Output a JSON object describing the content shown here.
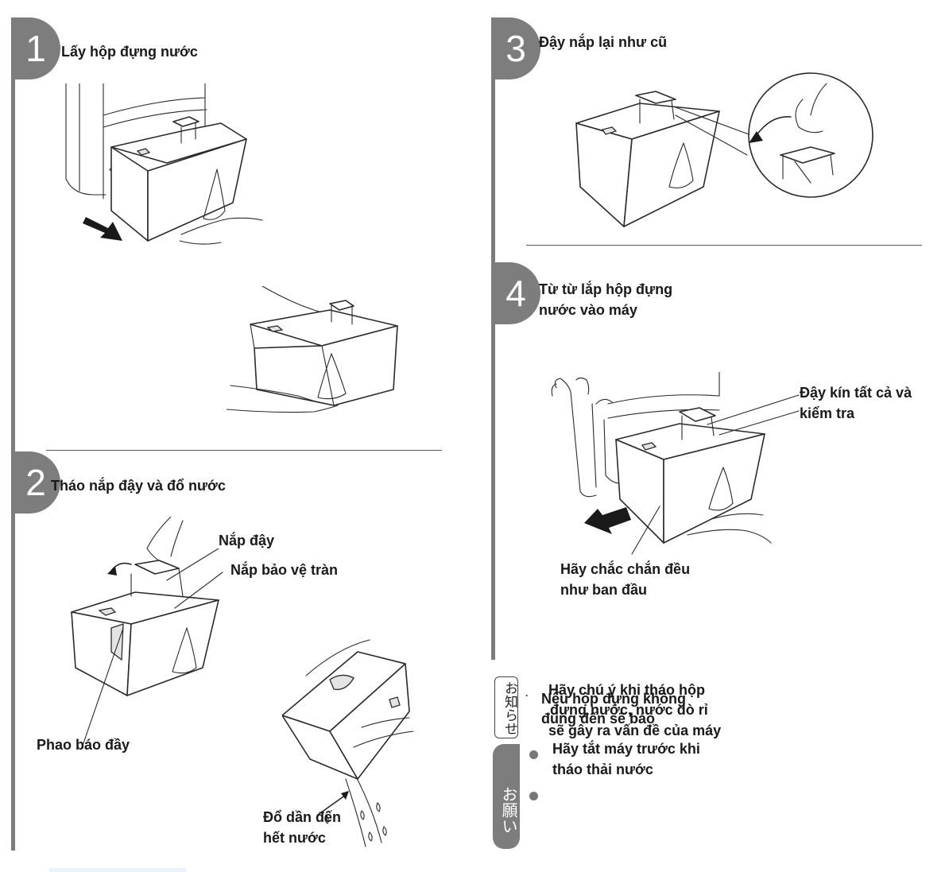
{
  "steps": {
    "s1": {
      "number": "1",
      "title": "Lấy hộp đựng nước"
    },
    "s2": {
      "number": "2",
      "title": "Tháo nắp đậy và đổ nước"
    },
    "s3": {
      "number": "3",
      "title": "Đậy nắp lại như cũ"
    },
    "s4": {
      "number": "4",
      "title_line1": "Từ từ lắp hộp đựng",
      "title_line2": "nước vào máy"
    }
  },
  "labels": {
    "lid": "Nắp đậy",
    "overflow_cover": "Nắp bảo vệ tràn",
    "float": "Phao báo đầy",
    "pour_line1": "Đổ dần đến",
    "pour_line2": "hết nước",
    "seal_line1": "Đậy kín tất cả và",
    "seal_line2": "kiểm tra",
    "firm_line1": "Hãy chắc chắn đều",
    "firm_line2": "như ban đầu"
  },
  "notes": {
    "notice_tab": "お知らせ",
    "request_tab": "お願い",
    "overlap_a_line1": "Hãy chú ý khi tháo hộp",
    "overlap_a_line2": "đựng nước, nước dò rỉ",
    "overlap_a_line3": "sẽ gây ra vấn đề của máy",
    "overlap_b_line1": "Nếu hộp đựng không",
    "overlap_b_line2": "đúng đến sẽ báo",
    "bullet1_line1": "Hãy tắt máy trước khi",
    "bullet1_line2": "tháo thải nước",
    "dot_mark": "·"
  }
}
